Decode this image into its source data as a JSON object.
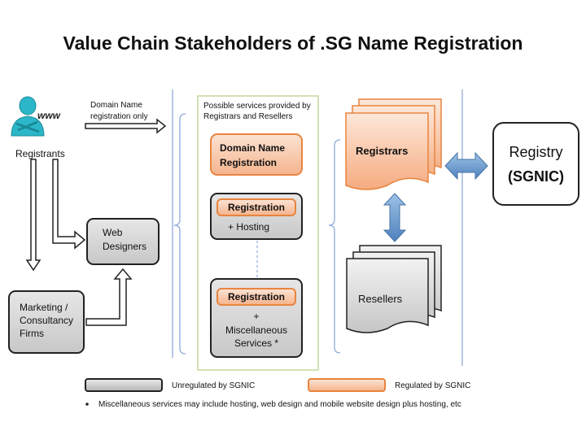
{
  "title": "Value Chain Stakeholders of .SG Name Registration",
  "registrants": {
    "label": "Registrants",
    "icon_text": "www",
    "icon": "person-www-icon"
  },
  "arrow_label": {
    "line1": "Domain Name",
    "line2": "registration only"
  },
  "services_header": {
    "line1": "Possible services provided by",
    "line2": "Registrars and Resellers"
  },
  "web_designers": {
    "line1": "Web",
    "line2": "Designers"
  },
  "marketing": {
    "line1": "Marketing /",
    "line2": "Consultancy",
    "line3": "Firms"
  },
  "domain_name_registration": {
    "line1": "Domain Name",
    "line2": "Registration"
  },
  "reg_hosting": {
    "badge": "Registration",
    "text": "+ Hosting"
  },
  "reg_misc": {
    "badge": "Registration",
    "plus": "+",
    "line1": "Miscellaneous",
    "line2": "Services *"
  },
  "registrars": {
    "label": "Registrars"
  },
  "resellers": {
    "label": "Resellers"
  },
  "registry": {
    "line1": "Registry",
    "line2": "(SGNIC)"
  },
  "legend": {
    "unregulated": "Unregulated by SGNIC",
    "regulated": "Regulated by SGNIC"
  },
  "footnote": "Miscellaneous services may include hosting, web design and mobile website design plus hosting, etc",
  "colors": {
    "orange_fill": "#f5b58f",
    "orange_border": "#e8843f",
    "gray_fill": "#c8c8c8",
    "blue_arrow": "#4f81bd",
    "divider": "#8eaadb",
    "services_border": "#c4d79b"
  }
}
